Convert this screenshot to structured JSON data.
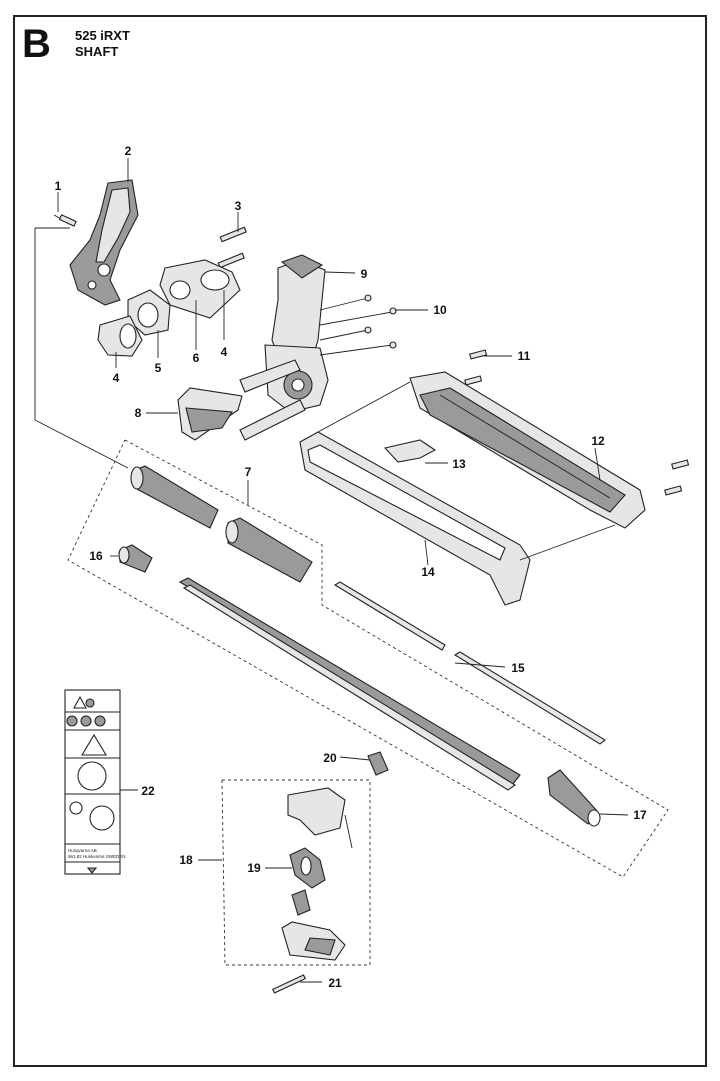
{
  "header": {
    "section": "B",
    "model": "525 iRXT",
    "title": "SHAFT"
  },
  "parts": [
    {
      "ref": "1"
    },
    {
      "ref": "2"
    },
    {
      "ref": "3"
    },
    {
      "ref": "4"
    },
    {
      "ref": "4"
    },
    {
      "ref": "5"
    },
    {
      "ref": "6"
    },
    {
      "ref": "7"
    },
    {
      "ref": "8"
    },
    {
      "ref": "9"
    },
    {
      "ref": "10"
    },
    {
      "ref": "11"
    },
    {
      "ref": "12"
    },
    {
      "ref": "13"
    },
    {
      "ref": "14"
    },
    {
      "ref": "15"
    },
    {
      "ref": "16"
    },
    {
      "ref": "17"
    },
    {
      "ref": "18"
    },
    {
      "ref": "19"
    },
    {
      "ref": "20"
    },
    {
      "ref": "21"
    },
    {
      "ref": "22"
    }
  ],
  "decal": {
    "maker": "Husqvarna AB",
    "address": "561 82 Huskvarna SWEDEN"
  }
}
